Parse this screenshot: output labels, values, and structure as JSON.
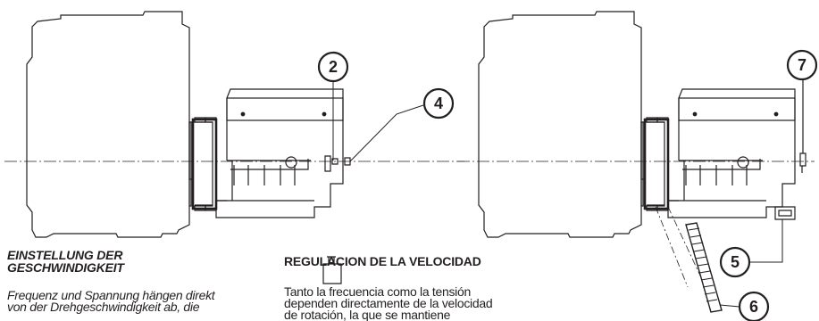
{
  "callouts": {
    "c2": "2",
    "c4": "4",
    "c5": "5",
    "c6": "6",
    "c7": "7"
  },
  "german": {
    "heading_line1": "EINSTELLUNG DER",
    "heading_line2": "GESCHWINDIGKEIT",
    "body_line1": "Frequenz und Spannung hängen direkt",
    "body_line2": "von der Drehgeschwindigkeit ab, die"
  },
  "spanish": {
    "heading": "REGULACION DE LA VELOCIDAD",
    "body_line1": "Tanto la frecuencia como la tensión",
    "body_line2": "dependen directamente de la velocidad",
    "body_line3": "de rotación, la que se mantiene"
  },
  "colors": {
    "ink": "#231f20",
    "paper": "#ffffff"
  }
}
